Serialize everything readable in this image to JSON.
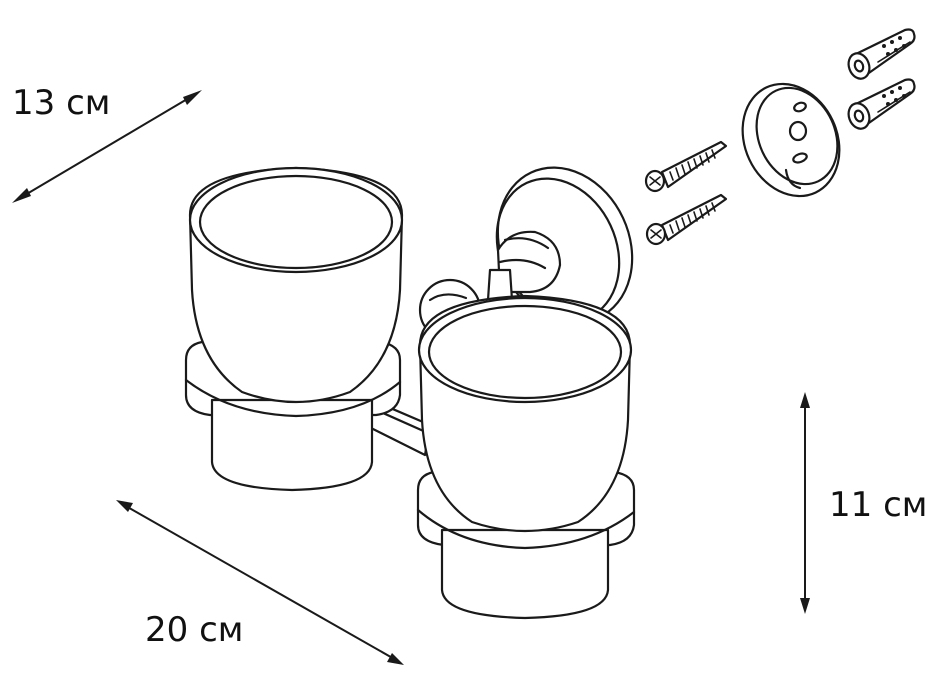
{
  "dimensions": {
    "depth": {
      "label": "13 см"
    },
    "width": {
      "label": "20 см"
    },
    "height": {
      "label": "11 см"
    }
  },
  "colors": {
    "line": "#1a1a1a",
    "background": "#ffffff"
  },
  "parts": {
    "tumbler_left": "cup-glass",
    "tumbler_right": "cup-glass",
    "holder_bracket": "wall-bracket",
    "mounting_plate": "mounting-plate",
    "screws": 2,
    "wall_plugs": 2
  }
}
